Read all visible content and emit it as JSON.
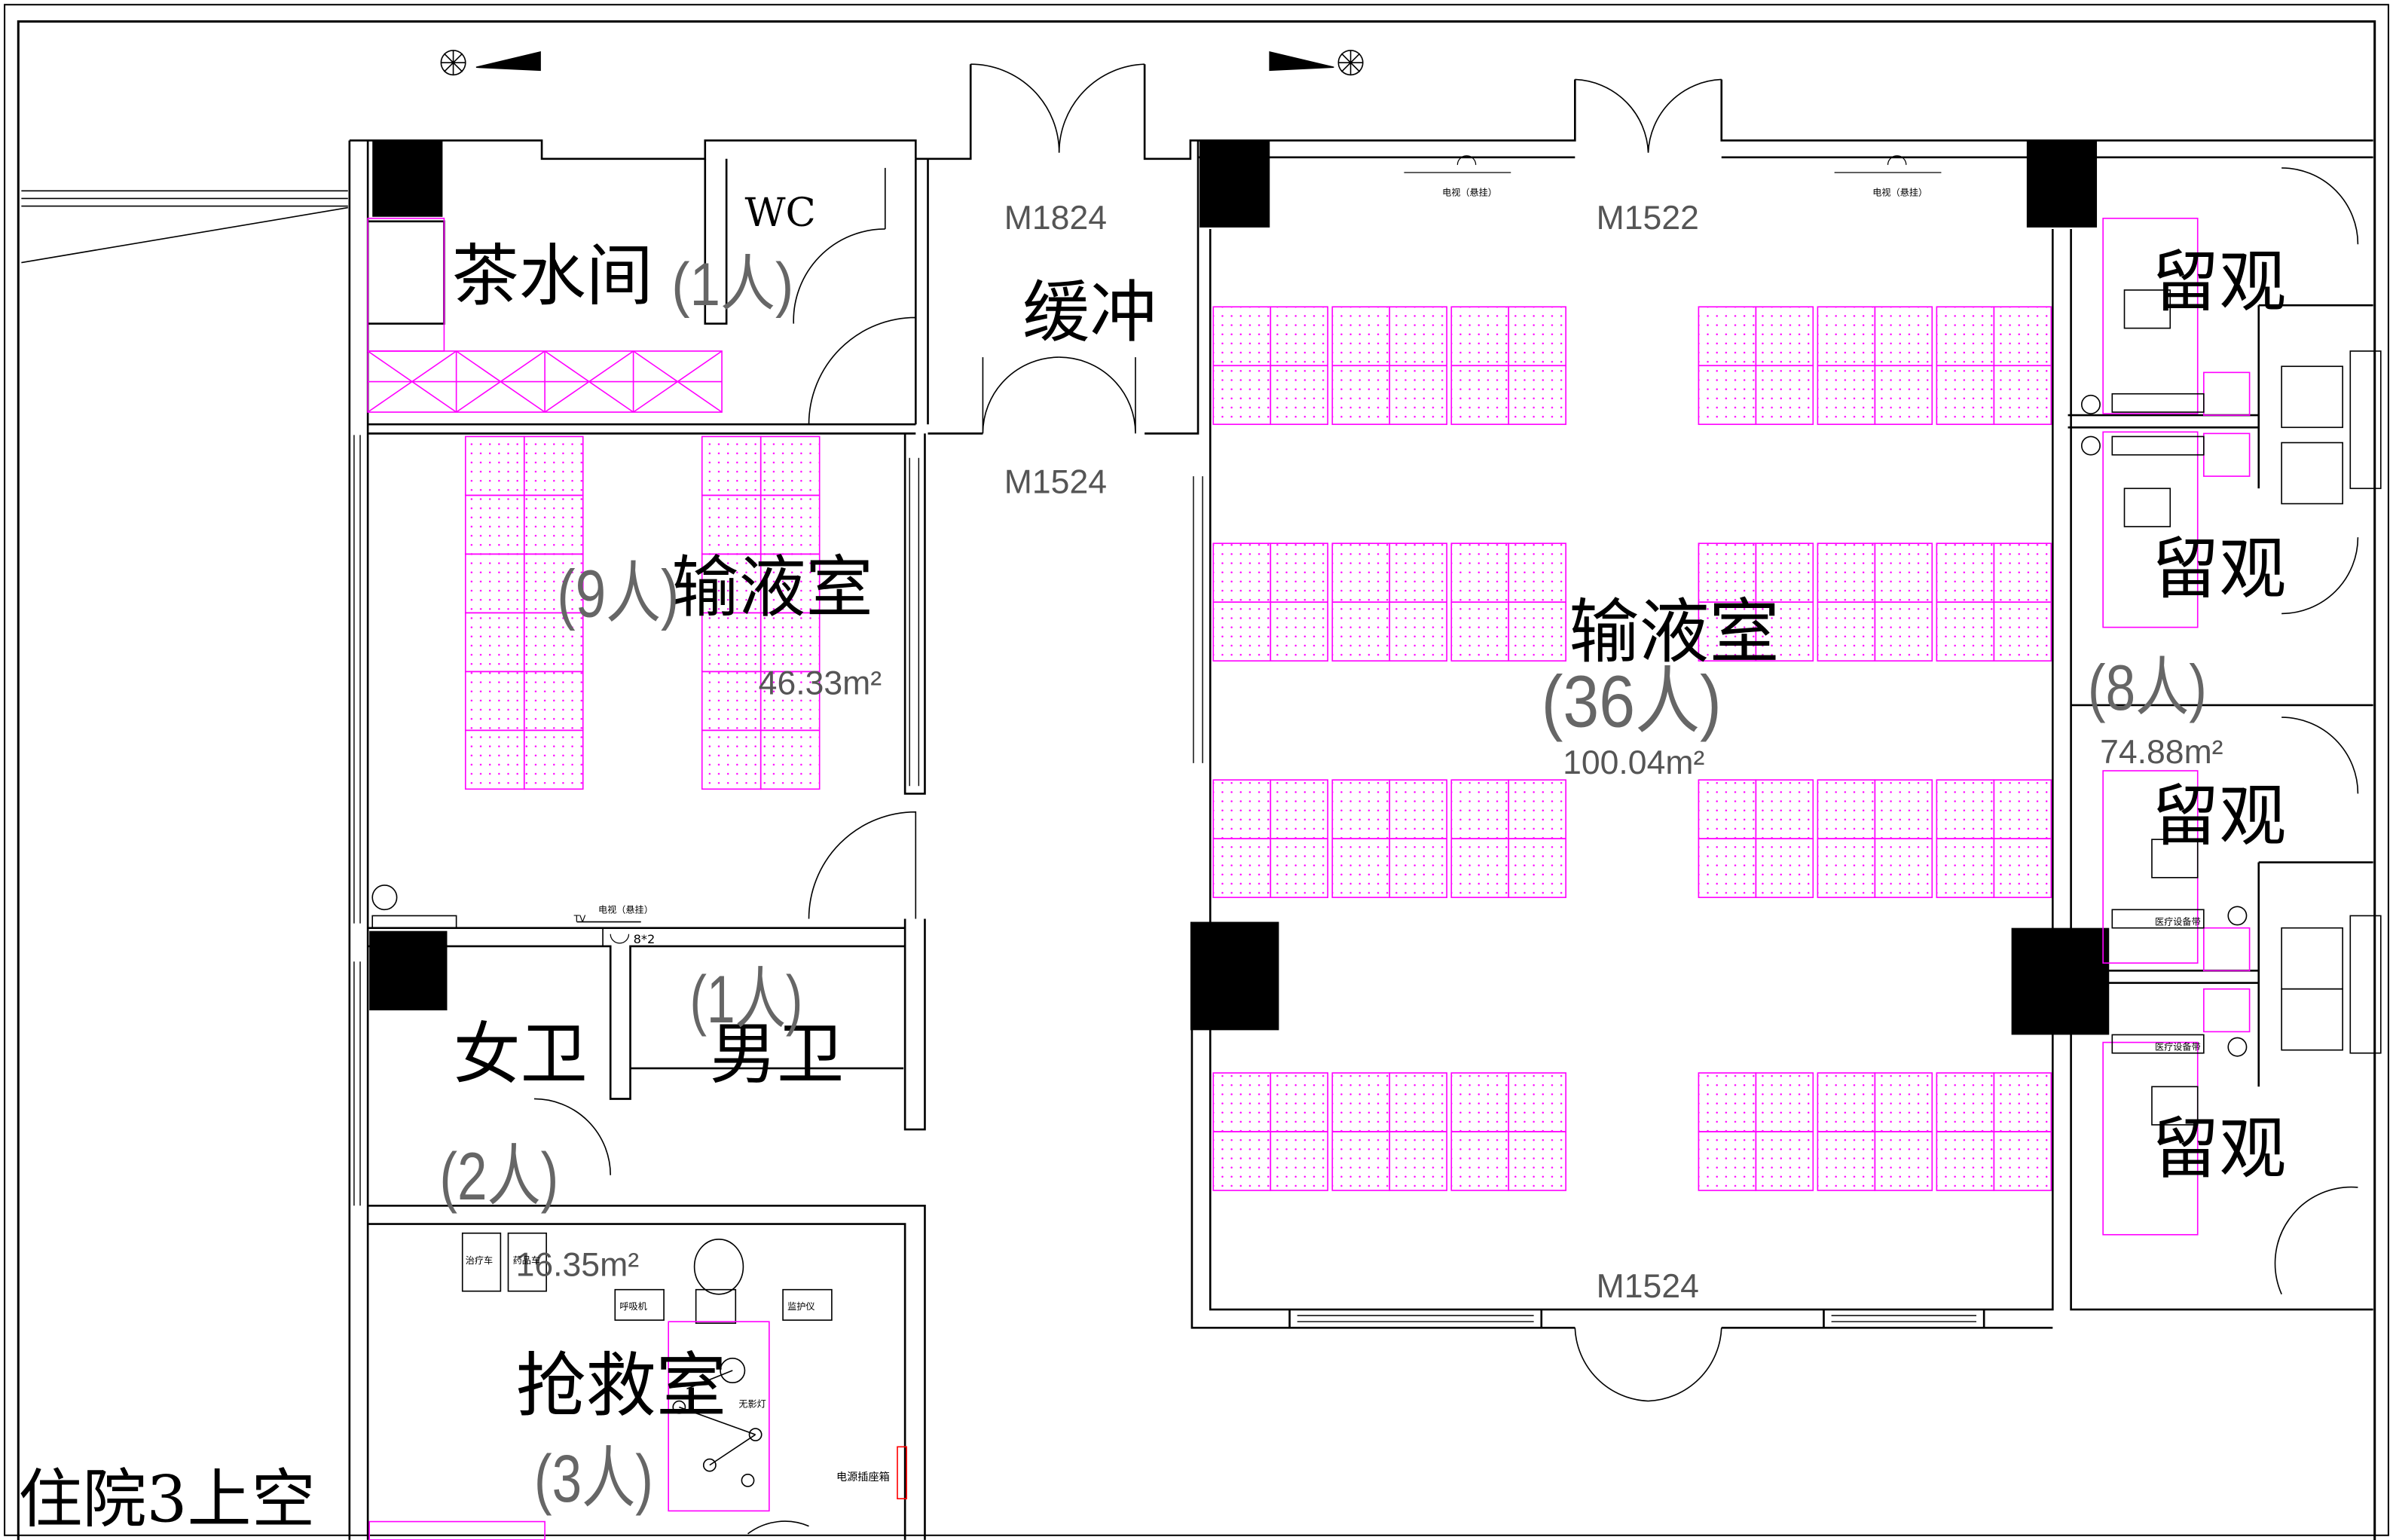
{
  "colors": {
    "wall": "#000000",
    "furniture": "#ff00ff",
    "column": "#000000",
    "background": "#ffffff"
  },
  "rooms": {
    "tea": {
      "name": "茶水间",
      "occupancy": "(1人)"
    },
    "wc": {
      "name": "WC"
    },
    "buffer": {
      "name": "缓冲"
    },
    "infusion_small": {
      "name": "输液室",
      "occupancy": "(9人)",
      "area": "46.33m²"
    },
    "infusion_large": {
      "name": "输液室",
      "occupancy": "(36人)",
      "area": "100.04m²"
    },
    "observation": {
      "names": [
        "留观",
        "留观",
        "留观",
        "留观"
      ],
      "occupancy": "(8人)",
      "area": "74.88m²"
    },
    "female_wc": {
      "name": "女卫",
      "occupancy": "(2人)"
    },
    "male_wc": {
      "name": "男卫",
      "occupancy": "(1人)"
    },
    "rescue": {
      "name": "抢救室",
      "occupancy": "(3人)",
      "area": "16.35m²"
    }
  },
  "doors": [
    "M1824",
    "M1524",
    "M1522",
    "M1524"
  ],
  "equipment": {
    "tv_hanging": "电视（悬挂）",
    "tv": "TV",
    "socket": "8*2",
    "treatment_cart": "治疗车",
    "medicine_cart": "药品车",
    "ventilator": "呼吸机",
    "monitor": "监护仪",
    "shadowless_lamp": "无影灯",
    "power_box": "电源插座箱",
    "medical_equipment": "医疗设备带"
  },
  "corner_label": "住院3上空",
  "icons": [
    "north-arrow-icon",
    "north-arrow-icon"
  ]
}
